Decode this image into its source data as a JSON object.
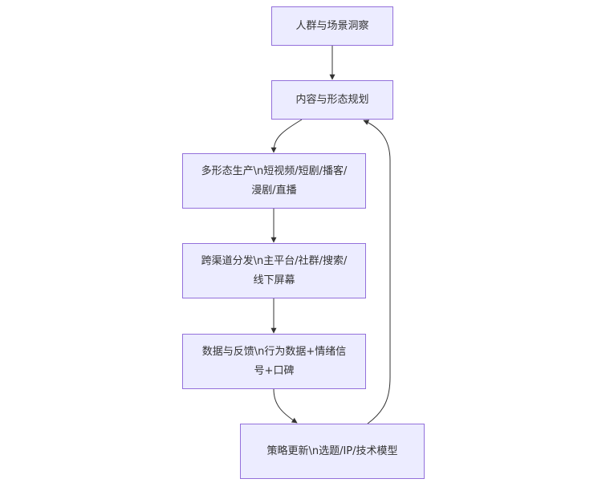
{
  "diagram": {
    "type": "flowchart",
    "direction": "top-down",
    "colors": {
      "node_fill": "#ececff",
      "node_border": "#9370db",
      "edge": "#333333",
      "text": "#333333"
    },
    "nodes": [
      {
        "id": "A",
        "label": "人群与场景洞察"
      },
      {
        "id": "B",
        "label": "内容与形态规划"
      },
      {
        "id": "C",
        "label": "多形态生产\\n短视频/短剧/播客/漫剧/直播"
      },
      {
        "id": "D",
        "label": "跨渠道分发\\n主平台/社群/搜索/线下屏幕"
      },
      {
        "id": "E",
        "label": "数据与反馈\\n行为数据+情绪信号+口碑"
      },
      {
        "id": "F",
        "label": "策略更新\\n选题/IP/技术模型"
      }
    ],
    "edges": [
      {
        "from": "A",
        "to": "B"
      },
      {
        "from": "B",
        "to": "C"
      },
      {
        "from": "C",
        "to": "D"
      },
      {
        "from": "D",
        "to": "E"
      },
      {
        "from": "E",
        "to": "F"
      },
      {
        "from": "F",
        "to": "B"
      }
    ]
  }
}
